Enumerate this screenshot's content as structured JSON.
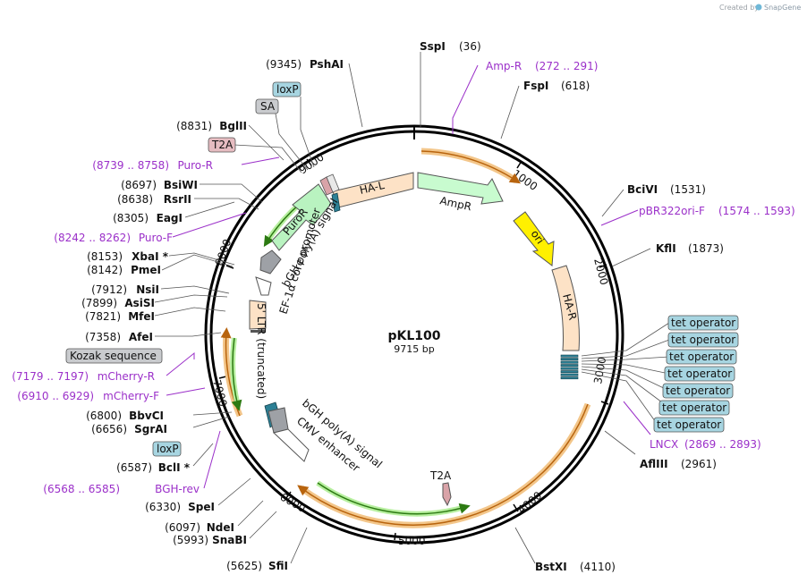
{
  "header": {
    "created_by": "Created by",
    "brand": "SnapGene"
  },
  "plasmid": {
    "name": "pKL100",
    "size": "9715 bp"
  },
  "ring_ticks": [
    "1000",
    "2000",
    "3000",
    "4000",
    "5000",
    "6000",
    "7000",
    "8000",
    "9000"
  ],
  "sites": [
    {
      "name": "SspI",
      "pos": "(36)"
    },
    {
      "name": "FspI",
      "pos": "(618)"
    },
    {
      "name": "BciVI",
      "pos": "(1531)"
    },
    {
      "name": "KflI",
      "pos": "(1873)"
    },
    {
      "name": "AflIII",
      "pos": "(2961)"
    },
    {
      "name": "BstXI",
      "pos": "(4110)"
    },
    {
      "name": "SfiI",
      "pos": "(5625)"
    },
    {
      "name": "SnaBI",
      "pos": "(5993)"
    },
    {
      "name": "NdeI",
      "pos": "(6097)"
    },
    {
      "name": "SpeI",
      "pos": "(6330)"
    },
    {
      "name": "BclI *",
      "pos": "(6587)"
    },
    {
      "name": "SgrAI",
      "pos": "(6656)"
    },
    {
      "name": "BbvCI",
      "pos": "(6800)"
    },
    {
      "name": "AfeI",
      "pos": "(7358)"
    },
    {
      "name": "MfeI",
      "pos": "(7821)"
    },
    {
      "name": "AsiSI",
      "pos": "(7899)"
    },
    {
      "name": "NsiI",
      "pos": "(7912)"
    },
    {
      "name": "PmeI",
      "pos": "(8142)"
    },
    {
      "name": "XbaI *",
      "pos": "(8153)"
    },
    {
      "name": "EagI",
      "pos": "(8305)"
    },
    {
      "name": "RsrII",
      "pos": "(8638)"
    },
    {
      "name": "BsiWI",
      "pos": "(8697)"
    },
    {
      "name": "BglII",
      "pos": "(8831)"
    },
    {
      "name": "PshAI",
      "pos": "(9345)"
    }
  ],
  "primers": [
    {
      "name": "Amp-R",
      "range": "(272 .. 291)"
    },
    {
      "name": "pBR322ori-F",
      "range": "(1574 .. 1593)"
    },
    {
      "name": "LNCX",
      "range": "(2869 .. 2893)"
    },
    {
      "name": "BGH-rev",
      "range": "(6568 .. 6585)"
    },
    {
      "name": "mCherry-F",
      "range": "(6910 .. 6929)"
    },
    {
      "name": "mCherry-R",
      "range": "(7179 .. 7197)"
    },
    {
      "name": "Puro-F",
      "range": "(8242 .. 8262)"
    },
    {
      "name": "Puro-R",
      "range": "(8739 .. 8758)"
    }
  ],
  "boxed_features": {
    "loxP_top": "loxP",
    "SA": "SA",
    "T2A_top": "T2A",
    "kozak": "Kozak sequence",
    "loxP_bottom": "loxP",
    "tet_operators": [
      "tet operator",
      "tet operator",
      "tet operator",
      "tet operator",
      "tet operator",
      "tet operator",
      "tet operator"
    ]
  },
  "features": {
    "HA_L": "HA-L",
    "AmpR": "AmpR",
    "ori": "ori",
    "HA_R": "HA-R",
    "PuroR": "PuroR",
    "bGH_top": "bGH poly(A) signal",
    "EF1a": "EF-1α core promoter",
    "LTR": "5' LTR (truncated)",
    "bGH_bottom": "bGH poly(A) signal",
    "CMV": "CMV enhancer",
    "T2A_inner": "T2A"
  },
  "colors": {
    "ha": "#fde2c6",
    "amp": "#c8fbcf",
    "ori": "#fff000",
    "puro": "#b9f3c0",
    "grey": "#9ea1a6",
    "tet": "#a7d5e1",
    "primer": "#9b30c9",
    "orange_arc": "#e8981e",
    "green_arc": "#3a9a1e"
  }
}
